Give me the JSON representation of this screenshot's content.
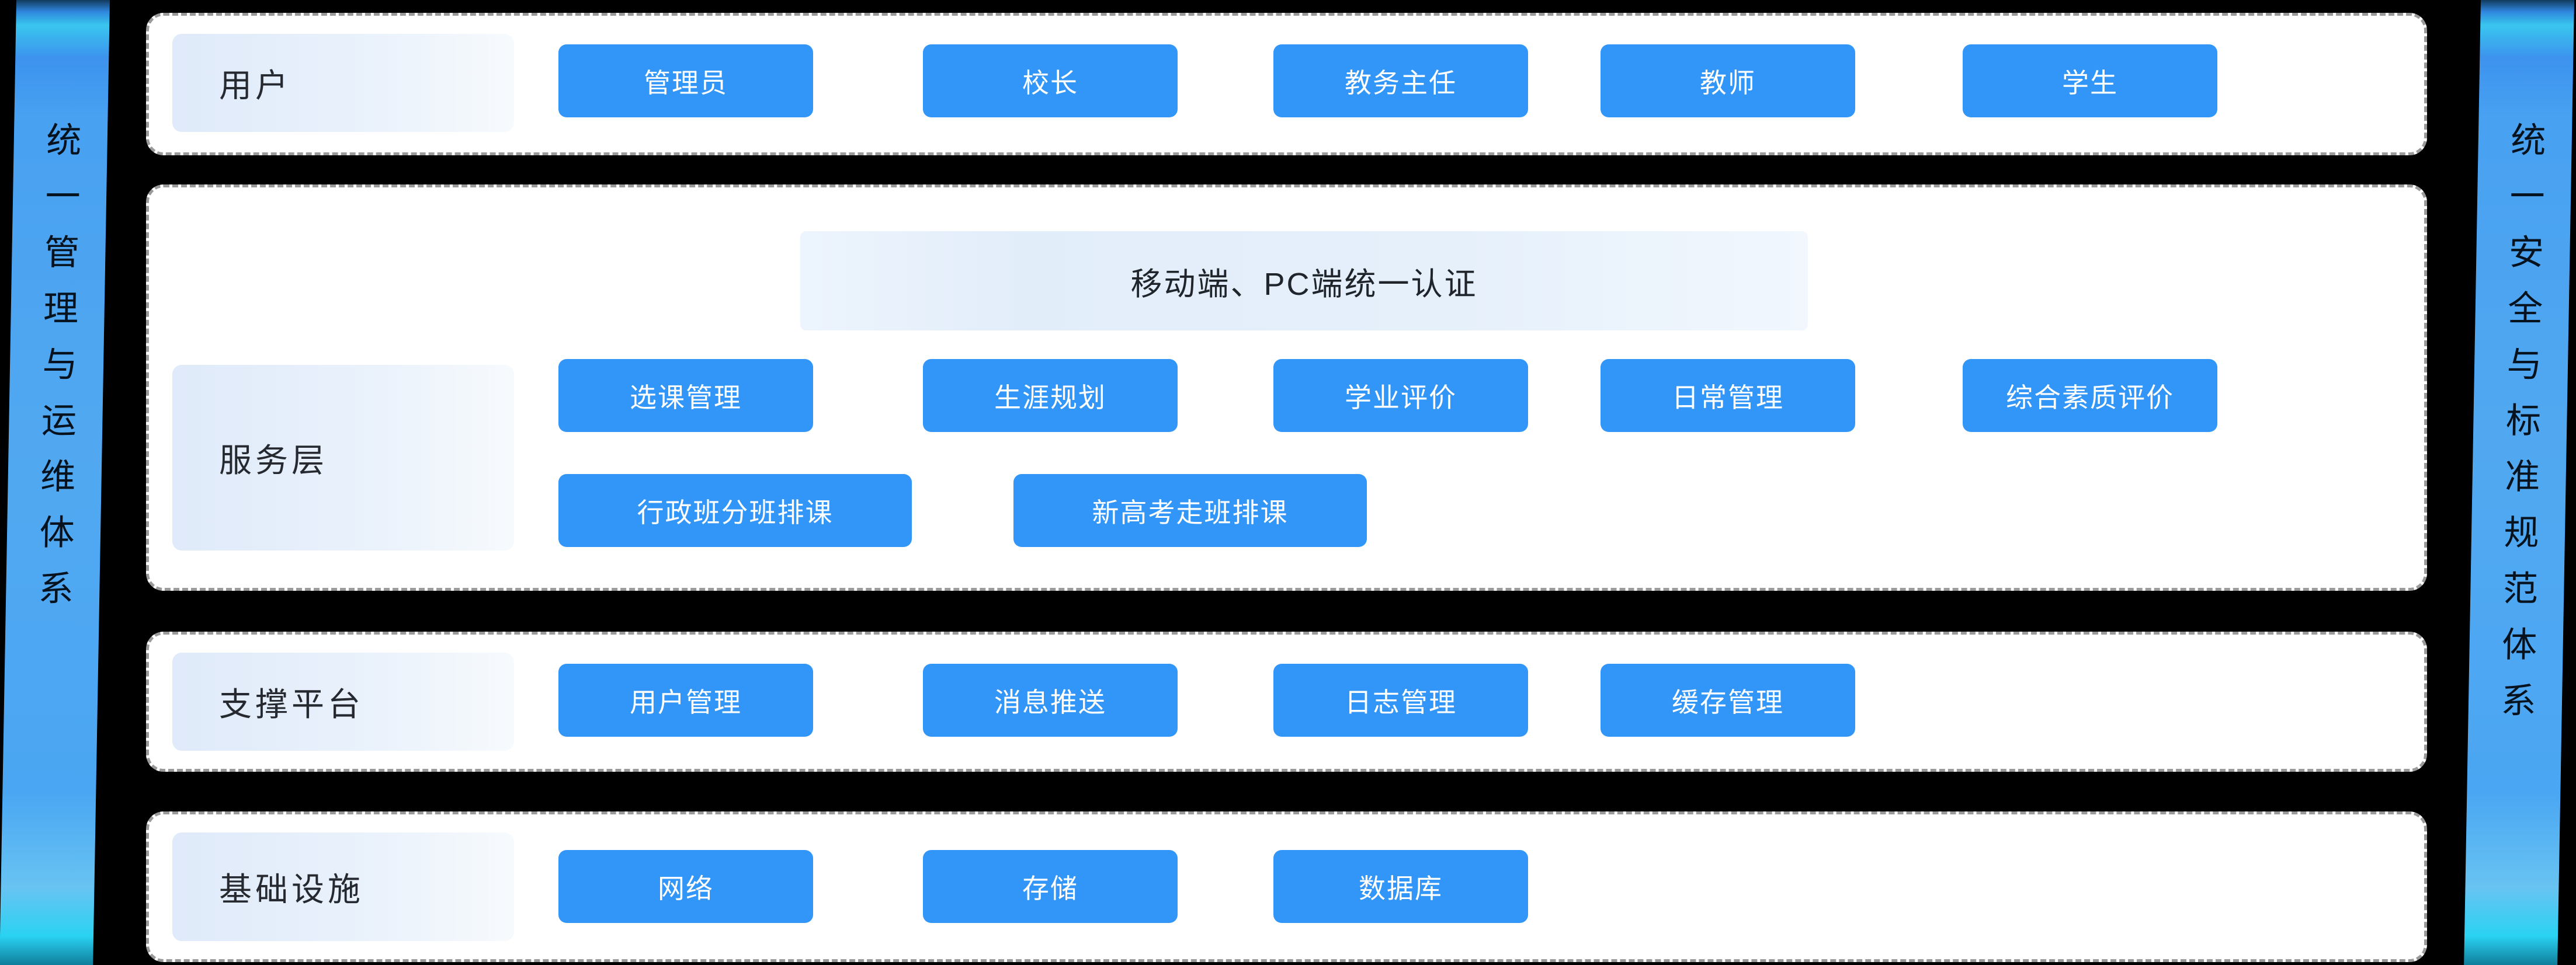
{
  "page": {
    "background": "#000000",
    "type": "system-architecture-diagram"
  },
  "colors": {
    "node_button_blue": "#3296f8",
    "node_button_text": "#ffffff",
    "row_background": "#ffffff",
    "row_dashed_border": "#9a9a9a",
    "label_pill_gradient_start": "#dfeafa",
    "label_pill_gradient_end": "#f7fafd",
    "banner_background": "#e6f0fb",
    "ribbon_blue": "#51a8f1",
    "ribbon_cyan": "#2ad2f2",
    "dark_text": "#262a30"
  },
  "left_ribbon": {
    "text": "统一管理与运维体系"
  },
  "right_ribbon": {
    "text": "统一安全与标准规范体系"
  },
  "rows": [
    {
      "label": "用户",
      "buttons": [
        {
          "label": "管理员"
        },
        {
          "label": "校长"
        },
        {
          "label": "教务主任"
        },
        {
          "label": "教师"
        },
        {
          "label": "学生"
        }
      ]
    },
    {
      "label": "服务层",
      "banner": "移动端、PC端统一认证",
      "buttons": [
        {
          "label": "选课管理"
        },
        {
          "label": "生涯规划"
        },
        {
          "label": "学业评价"
        },
        {
          "label": "日常管理"
        },
        {
          "label": "综合素质评价"
        },
        {
          "label": "行政班分班排课"
        },
        {
          "label": "新高考走班排课"
        }
      ]
    },
    {
      "label": "支撑平台",
      "buttons": [
        {
          "label": "用户管理"
        },
        {
          "label": "消息推送"
        },
        {
          "label": "日志管理"
        },
        {
          "label": "缓存管理"
        }
      ]
    },
    {
      "label": "基础设施",
      "buttons": [
        {
          "label": "网络"
        },
        {
          "label": "存储"
        },
        {
          "label": "数据库"
        }
      ]
    }
  ]
}
